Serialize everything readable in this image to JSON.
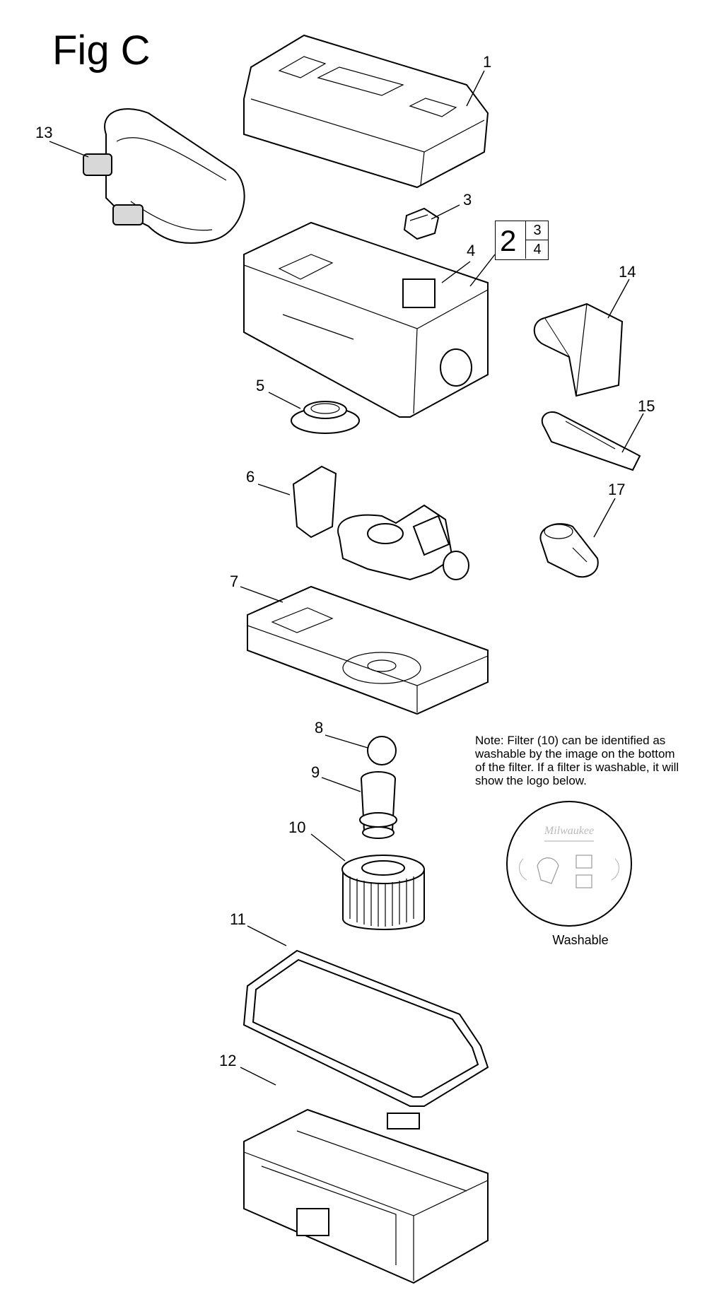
{
  "figure": {
    "title": "Fig C"
  },
  "parts": [
    {
      "id": "1",
      "label": "1"
    },
    {
      "id": "2",
      "label": "2"
    },
    {
      "id": "3",
      "label": "3"
    },
    {
      "id": "4",
      "label": "4"
    },
    {
      "id": "5",
      "label": "5"
    },
    {
      "id": "6",
      "label": "6"
    },
    {
      "id": "7",
      "label": "7"
    },
    {
      "id": "8",
      "label": "8"
    },
    {
      "id": "9",
      "label": "9"
    },
    {
      "id": "10",
      "label": "10"
    },
    {
      "id": "11",
      "label": "11"
    },
    {
      "id": "12",
      "label": "12"
    },
    {
      "id": "13",
      "label": "13"
    },
    {
      "id": "14",
      "label": "14"
    },
    {
      "id": "15",
      "label": "15"
    },
    {
      "id": "17",
      "label": "17"
    }
  ],
  "ref_box": {
    "main": "2",
    "sub_top": "3",
    "sub_bottom": "4"
  },
  "note": {
    "text": "Note: Filter (10) can be identified as washable by the image on the bottom of the filter. If a filter is washable, it will show the logo below.",
    "logo_caption": "Washable"
  },
  "logo": {
    "brand": "Milwaukee"
  }
}
